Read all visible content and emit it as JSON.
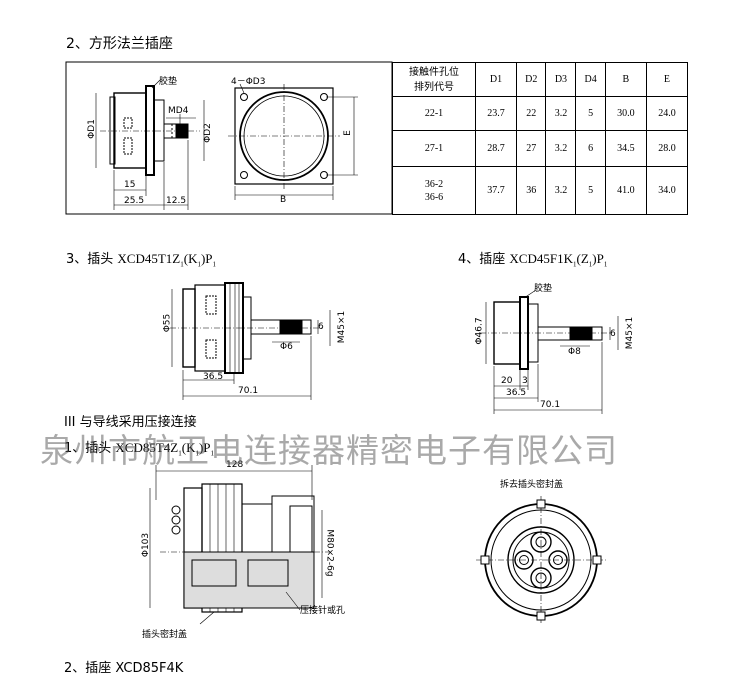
{
  "sections": {
    "s2": "2、方形法兰插座",
    "s3_prefix": "3、插头 ",
    "s3_code": "XCD45T1Z",
    "s3_sub1": "1",
    "s3_mid": "(K",
    "s3_sub2": "1",
    "s3_end": ")P",
    "s3_sub3": "1",
    "s4_prefix": "4、插座 ",
    "s4_code": "XCD45F1K",
    "s4_sub1": "1",
    "s4_mid": "(Z",
    "s4_sub2": "1",
    "s4_end": ")P",
    "s4_sub3": "1",
    "s3roman": "III   与导线采用压接连接",
    "s1_prefix": "1、插头 ",
    "s1_code": "XCD85T4Z",
    "s1_sub1": "1",
    "s1_mid": "(K",
    "s1_sub2": "1",
    "s1_end": ")P",
    "s1_sub3": "1",
    "bottom_cut": "2、插座 XCD85F4K"
  },
  "watermark": "泉州市航卫电连接器精密电子有限公司",
  "fig1": {
    "gasket": "胶垫",
    "holes": "4－ΦD3",
    "md4": "MD4",
    "d1": "ΦD1",
    "d2": "ΦD2",
    "e": "E",
    "b": "B",
    "dim15": "15",
    "dim25": "25.5",
    "dim12": "12.5"
  },
  "table": {
    "header": [
      "接触件孔位\n排列代号",
      "D1",
      "D2",
      "D3",
      "D4",
      "B",
      "E"
    ],
    "rows": [
      [
        "22-1",
        "23.7",
        "22",
        "3.2",
        "5",
        "30.0",
        "24.0"
      ],
      [
        "27-1",
        "28.7",
        "27",
        "3.2",
        "6",
        "34.5",
        "28.0"
      ],
      [
        "36-2\n36-6",
        "37.7",
        "36",
        "3.2",
        "5",
        "41.0",
        "34.0"
      ]
    ]
  },
  "fig3": {
    "d55": "Φ55",
    "d6": "Φ6",
    "six": "6",
    "m45": "M45×1",
    "dim36": "36.5",
    "dim70": "70.1"
  },
  "fig4": {
    "gasket": "胶垫",
    "d46": "Φ46.7",
    "d8": "Φ8",
    "six": "6",
    "m45": "M45×1",
    "dim20": "20",
    "dim3": "3",
    "dim36": "36.5",
    "dim70": "70.1"
  },
  "fig5": {
    "dim128": "128",
    "d103": "Φ103",
    "m80": "M80×2-6g",
    "pin": "压接针或孔",
    "cover": "插头密封盖"
  },
  "fig6": {
    "title": "拆去插头密封盖"
  }
}
